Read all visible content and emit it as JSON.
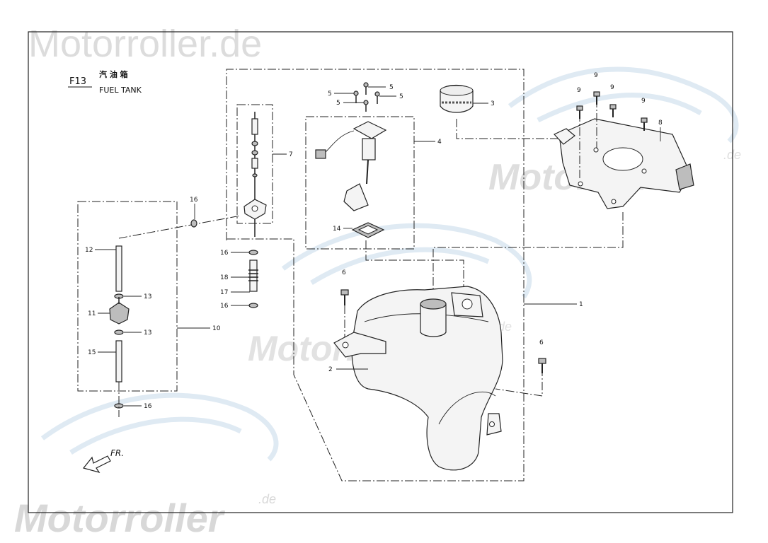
{
  "watermark": {
    "top_left": "Motorroller.de",
    "brand": "Motorroller",
    "suffix": ".de"
  },
  "header": {
    "code": "F13",
    "title_cn": "汽 油 箱",
    "title_en": "FUEL TANK"
  },
  "direction_label": "FR.",
  "callouts": {
    "c1": "1",
    "c2": "2",
    "c3": "3",
    "c4": "4",
    "c5a": "5",
    "c5b": "5",
    "c5c": "5",
    "c5d": "5",
    "c6a": "6",
    "c6b": "6",
    "c7": "7",
    "c8": "8",
    "c9a": "9",
    "c9b": "9",
    "c9c": "9",
    "c9d": "9",
    "c10": "10",
    "c11": "11",
    "c12": "12",
    "c13a": "13",
    "c13b": "13",
    "c14": "14",
    "c15": "15",
    "c16a": "16",
    "c16b": "16",
    "c16c": "16",
    "c16d": "16",
    "c17": "17",
    "c18": "18"
  }
}
